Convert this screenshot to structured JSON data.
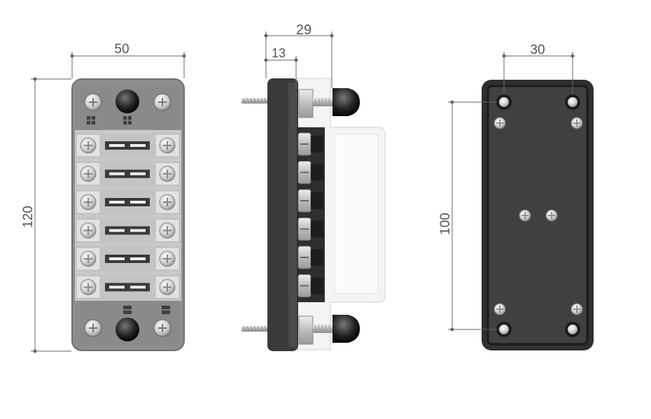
{
  "dimensions": {
    "front_width": "50",
    "front_height": "120",
    "side_depth_total": "29",
    "side_depth_base": "13",
    "back_hole_spacing_horizontal": "30",
    "back_hole_spacing_vertical": "100"
  },
  "views": {
    "fuse_slot_count": 6
  },
  "colors": {
    "front_housing": "#8e8e8e",
    "fuse_bay": "#c9c9c9",
    "terminal_pad": "#e0e0e0",
    "base_dark": "#3a3a3a",
    "back_plate": "#3d3d3d",
    "cover_clear": "#f2f2f2",
    "dimension_line": "#666666"
  }
}
